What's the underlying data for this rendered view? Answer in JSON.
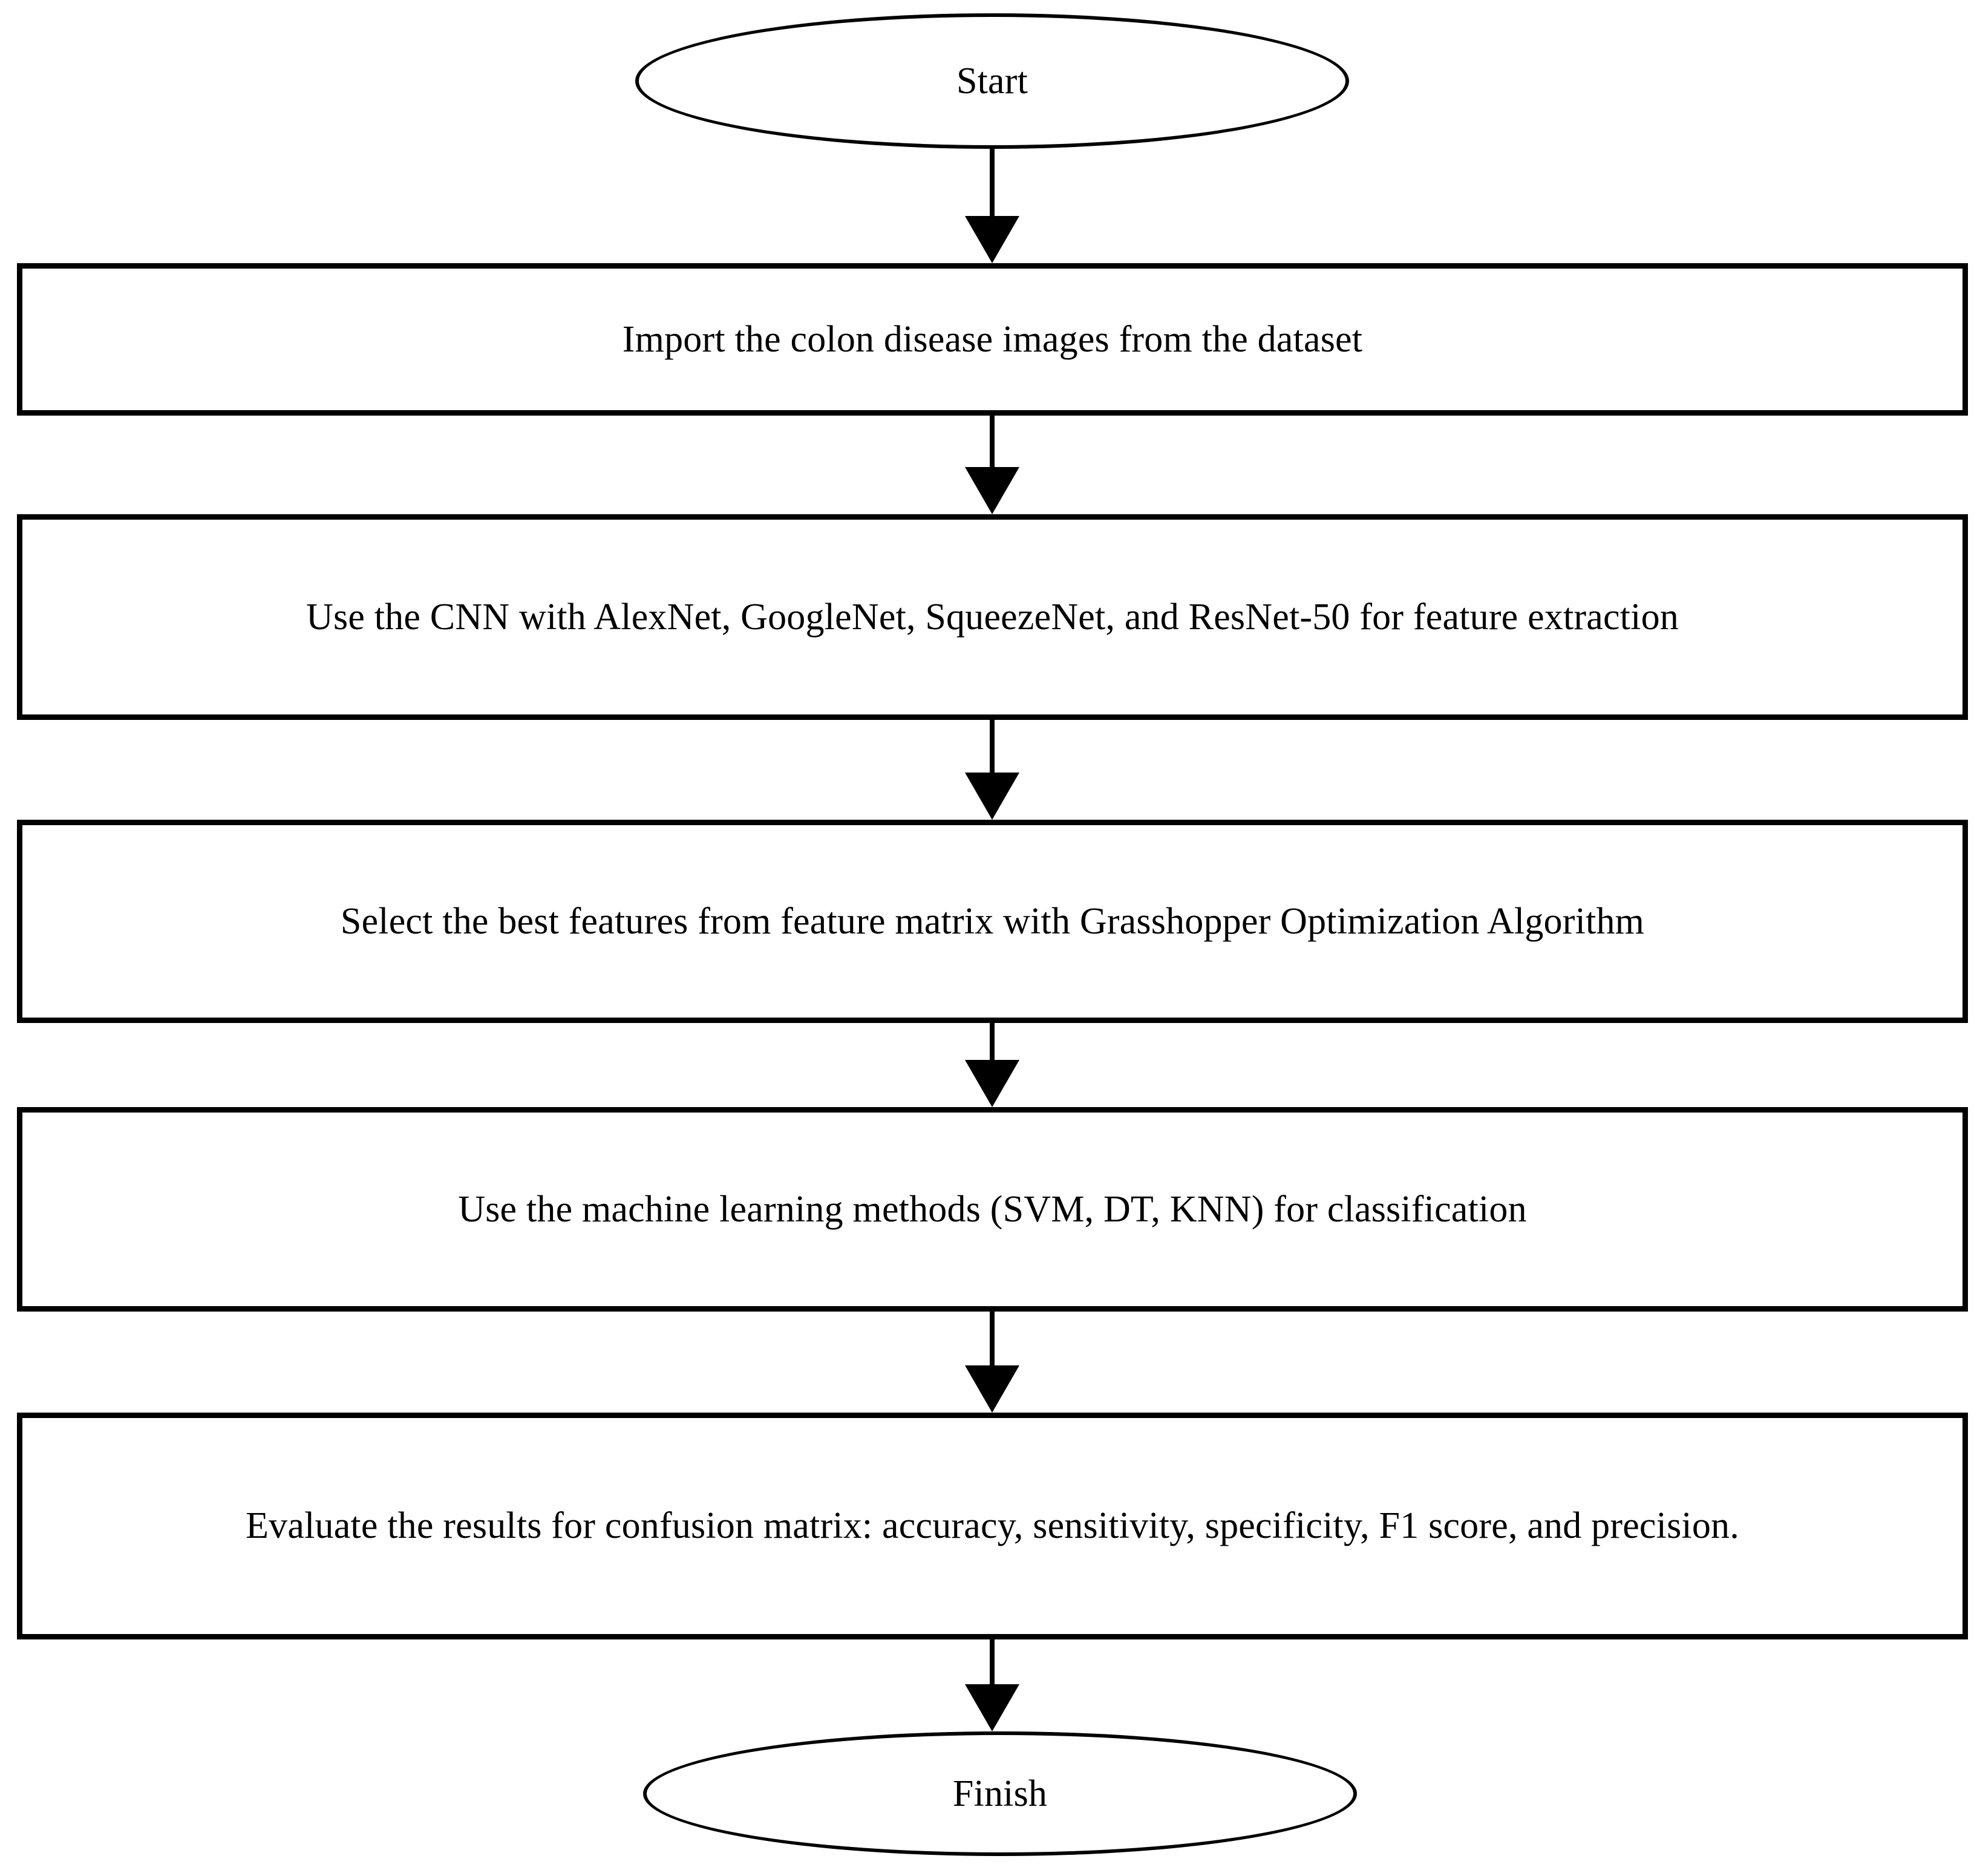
{
  "diagram": {
    "title": "Colon disease classification methodology flowchart",
    "background_color": "#ffffff",
    "line_color": "#000000",
    "text_color": "#000000",
    "nodes": [
      {
        "id": "start",
        "shape": "ellipse",
        "label": "Start"
      },
      {
        "id": "import-images",
        "shape": "rectangle",
        "label": "Import the colon disease images from the dataset"
      },
      {
        "id": "feature-extraction",
        "shape": "rectangle",
        "label": "Use the CNN with AlexNet, GoogleNet, SqueezeNet, and ResNet-50 for feature extraction"
      },
      {
        "id": "feature-selection",
        "shape": "rectangle",
        "label": "Select the best features from feature matrix with Grasshopper Optimization Algorithm"
      },
      {
        "id": "classification",
        "shape": "rectangle",
        "label": "Use the machine learning methods (SVM, DT, KNN) for classification"
      },
      {
        "id": "evaluation",
        "shape": "rectangle",
        "label": "Evaluate the results for confusion matrix: accuracy, sensitivity, specificity, F1 score, and precision."
      },
      {
        "id": "finish",
        "shape": "ellipse",
        "label": "Finish"
      }
    ],
    "edges": [
      {
        "id": "edge-start-import",
        "from": "start",
        "to": "import-images",
        "label": ""
      },
      {
        "id": "edge-import-extraction",
        "from": "import-images",
        "to": "feature-extraction",
        "label": ""
      },
      {
        "id": "edge-extraction-selection",
        "from": "feature-extraction",
        "to": "feature-selection",
        "label": ""
      },
      {
        "id": "edge-selection-classification",
        "from": "feature-selection",
        "to": "classification",
        "label": ""
      },
      {
        "id": "edge-classification-evaluation",
        "from": "classification",
        "to": "evaluation",
        "label": ""
      },
      {
        "id": "edge-evaluation-finish",
        "from": "evaluation",
        "to": "finish",
        "label": ""
      }
    ]
  }
}
